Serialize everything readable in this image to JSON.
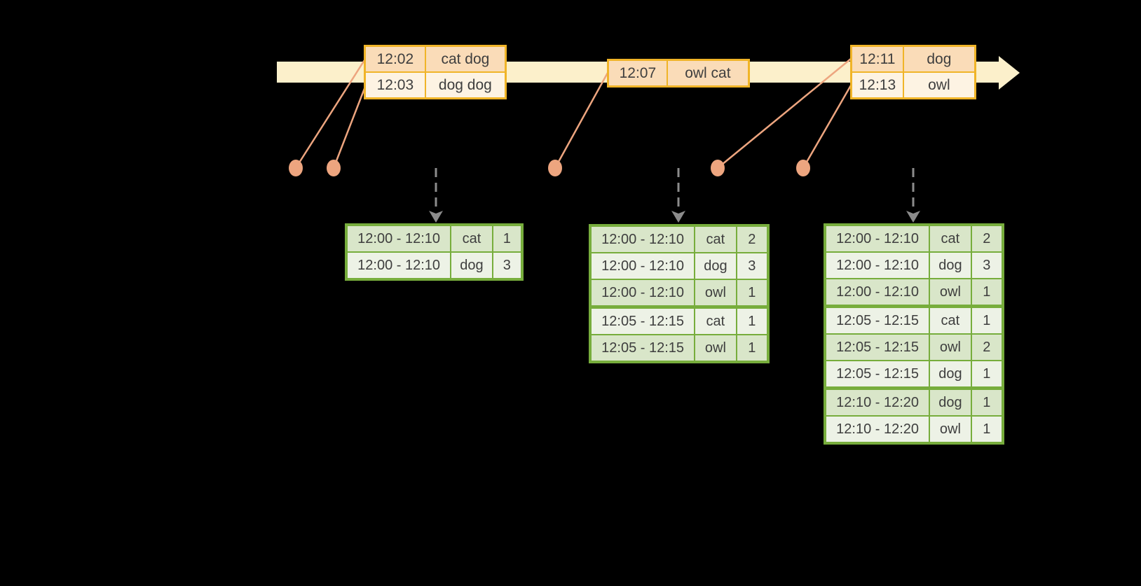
{
  "diagram": {
    "name": "streaming-windowed-word-count",
    "background": "#000000"
  },
  "palette": {
    "timeline_band": "#FCF0CB",
    "event_table_border": "#F0B428",
    "event_row_peach": "#FADCB8",
    "event_row_cream": "#FDF3E3",
    "event_dot": "#EDA57F",
    "result_table_border": "#77AD3C",
    "result_row_dark": "#D9E6C9",
    "result_row_light": "#EDF2E6",
    "trigger_arrow_gray": "#8C8C8C",
    "text": "#3E3E3E"
  },
  "event_tables": [
    {
      "name": "event-table-1",
      "rows": [
        {
          "time": "12:02",
          "words": "cat dog"
        },
        {
          "time": "12:03",
          "words": "dog dog"
        }
      ]
    },
    {
      "name": "event-table-2",
      "rows": [
        {
          "time": "12:07",
          "words": "owl cat"
        }
      ]
    },
    {
      "name": "event-table-3",
      "rows": [
        {
          "time": "12:11",
          "words": "dog"
        },
        {
          "time": "12:13",
          "words": "owl"
        }
      ]
    }
  ],
  "result_tables": [
    {
      "name": "result-table-after-trigger-1",
      "rows": [
        {
          "window": "12:00 - 12:10",
          "word": "cat",
          "count": "1"
        },
        {
          "window": "12:00 - 12:10",
          "word": "dog",
          "count": "3"
        }
      ]
    },
    {
      "name": "result-table-after-trigger-2",
      "rows": [
        {
          "window": "12:00 - 12:10",
          "word": "cat",
          "count": "2"
        },
        {
          "window": "12:00 - 12:10",
          "word": "dog",
          "count": "3"
        },
        {
          "window": "12:00 - 12:10",
          "word": "owl",
          "count": "1"
        },
        {
          "window": "12:05 - 12:15",
          "word": "cat",
          "count": "1"
        },
        {
          "window": "12:05 - 12:15",
          "word": "owl",
          "count": "1"
        }
      ]
    },
    {
      "name": "result-table-after-trigger-3",
      "rows": [
        {
          "window": "12:00 - 12:10",
          "word": "cat",
          "count": "2"
        },
        {
          "window": "12:00 - 12:10",
          "word": "dog",
          "count": "3"
        },
        {
          "window": "12:00 - 12:10",
          "word": "owl",
          "count": "1"
        },
        {
          "window": "12:05 - 12:15",
          "word": "cat",
          "count": "1"
        },
        {
          "window": "12:05 - 12:15",
          "word": "owl",
          "count": "2"
        },
        {
          "window": "12:05 - 12:15",
          "word": "dog",
          "count": "1"
        },
        {
          "window": "12:10 - 12:20",
          "word": "dog",
          "count": "1"
        },
        {
          "window": "12:10 - 12:20",
          "word": "owl",
          "count": "1"
        }
      ]
    }
  ]
}
